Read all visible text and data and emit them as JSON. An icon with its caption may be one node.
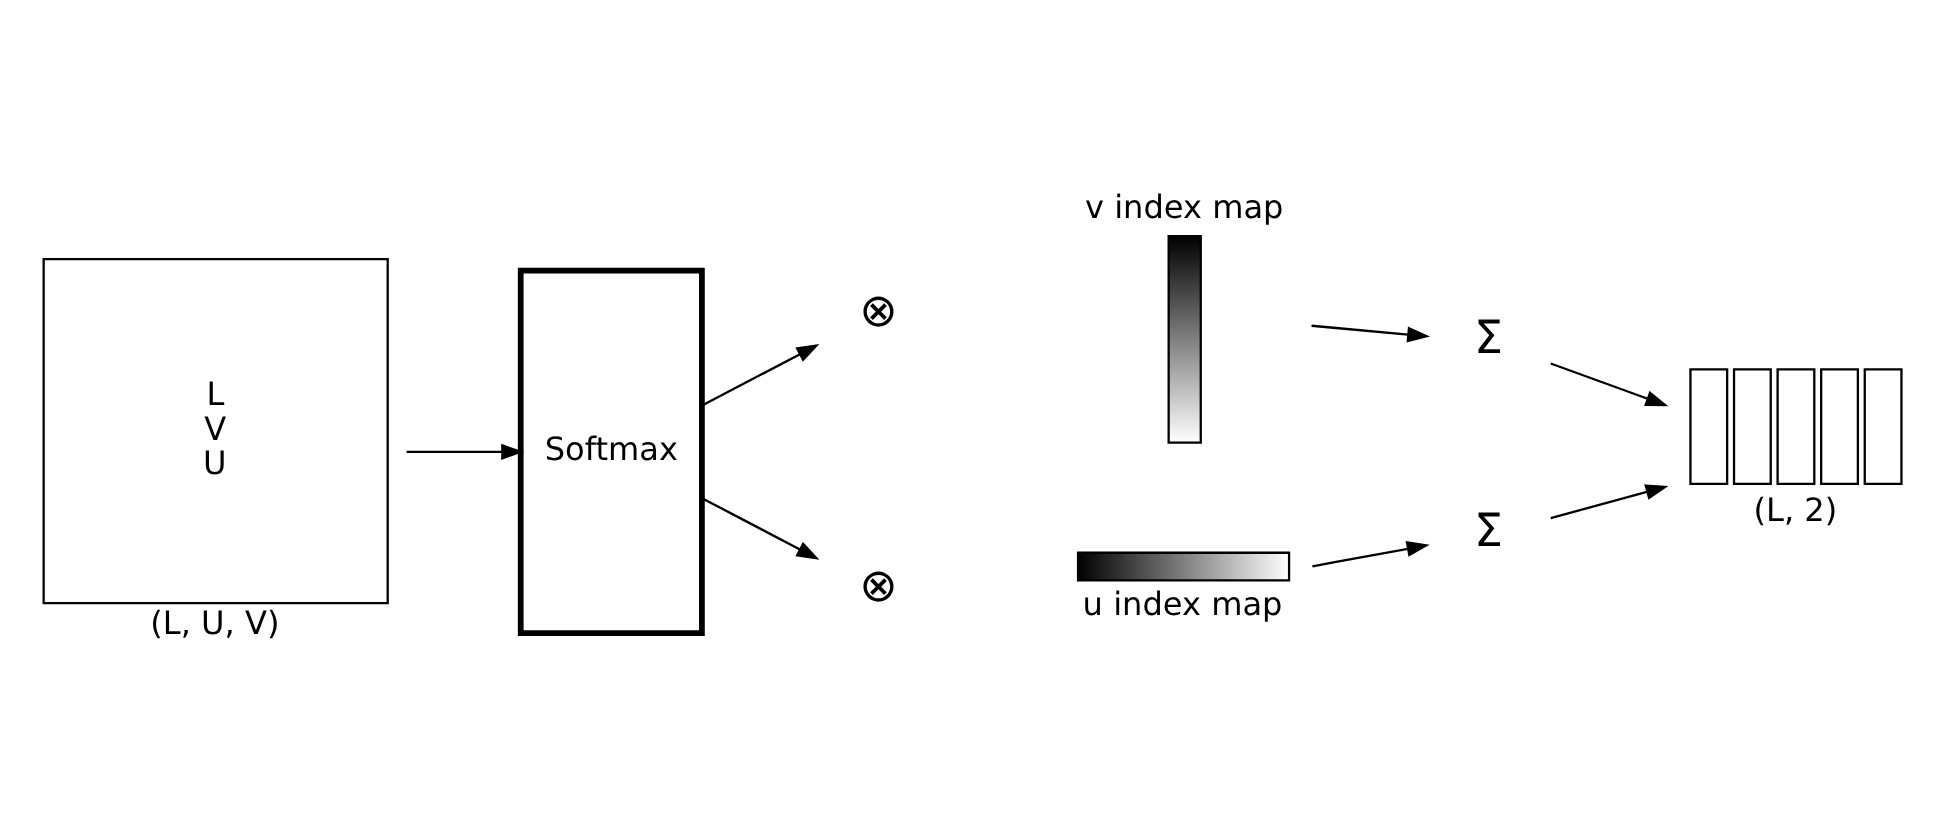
{
  "diagram": {
    "nodes": [
      {
        "text": [
          "L",
          "V",
          "U"
        ],
        "beside": [
          "(L, U, V)"
        ]
      },
      {
        "text": [
          "Softmax"
        ]
      },
      {
        "text": [
          "⊗"
        ]
      },
      {
        "text": [
          "v index map"
        ]
      },
      {
        "text": [
          "⊗"
        ]
      },
      {
        "text": [
          "u index map"
        ]
      },
      {
        "text": [
          "Σ"
        ]
      },
      {
        "text": [
          "Σ"
        ]
      },
      {
        "text": [],
        "shape": "box",
        "beside": [
          "(L, 2)"
        ]
      }
    ],
    "edges": [
      {
        "from": 0,
        "to": 1,
        "arrow": "to"
      },
      {
        "from": 1,
        "to": 2,
        "arrow": "to"
      },
      {
        "from": 1,
        "to": 4,
        "arrow": "to"
      },
      {
        "from": 3,
        "to": 6,
        "arrow": "to"
      },
      {
        "from": 5,
        "to": 7,
        "arrow": "to"
      },
      {
        "from": 6,
        "to": 8,
        "arrow": "to"
      },
      {
        "from": 7,
        "to": 8,
        "arrow": "to"
      }
    ]
  }
}
